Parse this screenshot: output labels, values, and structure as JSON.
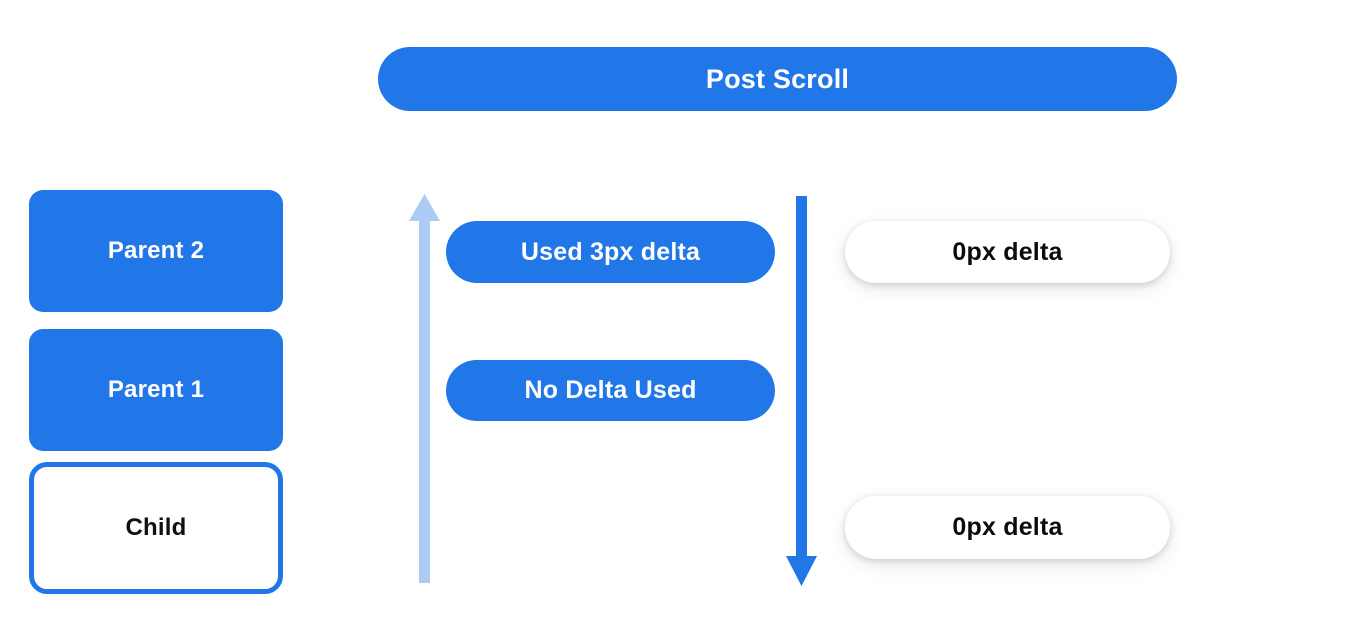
{
  "colors": {
    "brand_blue": "#2176e8",
    "light_blue": "#aecbf5",
    "white": "#ffffff",
    "text_dark": "#101010",
    "background": "#ffffff"
  },
  "header": {
    "title": "Post Scroll"
  },
  "stack": {
    "boxes": [
      {
        "label": "Parent 2",
        "style": "filled"
      },
      {
        "label": "Parent 1",
        "style": "filled"
      },
      {
        "label": "Child",
        "style": "outlined"
      }
    ]
  },
  "arrows": [
    {
      "name": "scroll-up-arrow",
      "direction": "up",
      "color": "#aecbf5"
    },
    {
      "name": "scroll-down-arrow",
      "direction": "down",
      "color": "#2176e8"
    }
  ],
  "middle_column": {
    "pills": [
      {
        "label": "Used 3px delta",
        "style": "filled"
      },
      {
        "label": "No Delta Used",
        "style": "filled"
      }
    ]
  },
  "right_column": {
    "pills": [
      {
        "label": "0px delta",
        "style": "white"
      },
      {
        "label": "0px delta",
        "style": "white"
      }
    ]
  }
}
